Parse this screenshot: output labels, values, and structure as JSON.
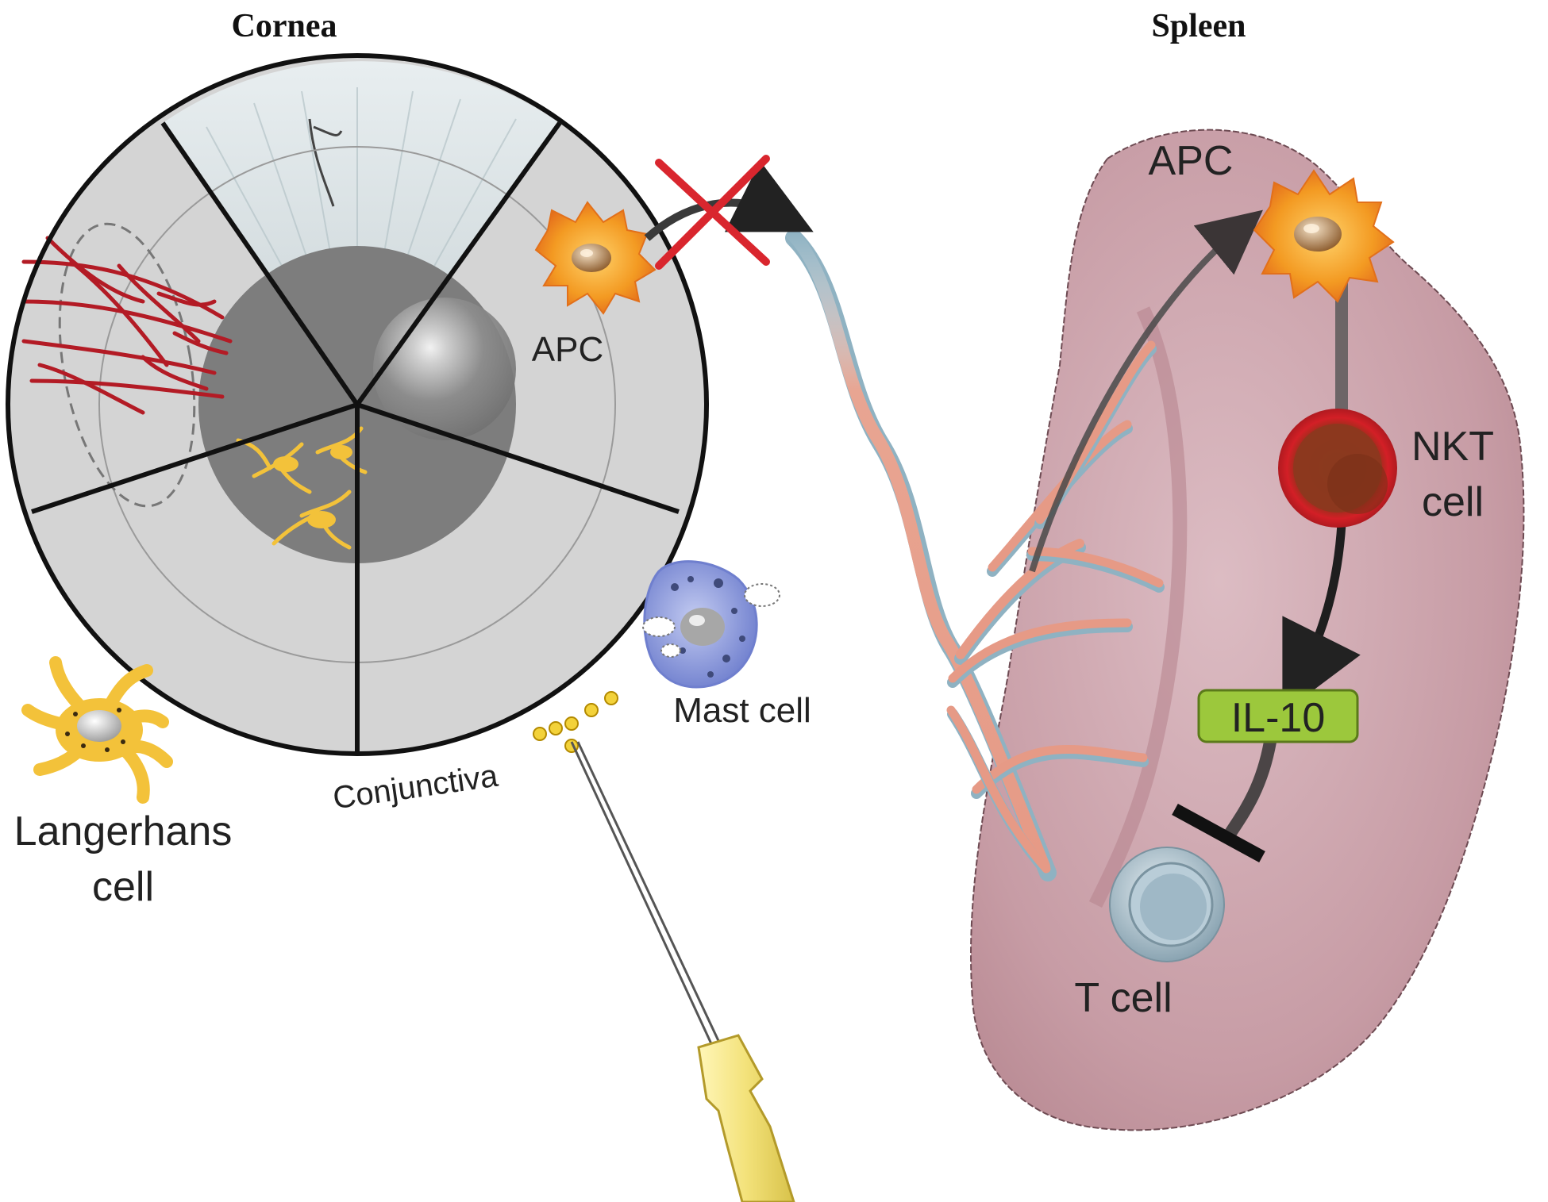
{
  "titles": {
    "cornea": "Cornea",
    "spleen": "Spleen"
  },
  "labels": {
    "apc_cornea": "APC",
    "apc_spleen": "APC",
    "nkt_line1": "NKT",
    "nkt_line2": "cell",
    "il10": "IL-10",
    "t_cell": "T cell",
    "mast_cell": "Mast cell",
    "conjunctiva": "Conjunctiva",
    "langerhans_line1": "Langerhans",
    "langerhans_line2": "cell"
  },
  "colors": {
    "spleen_fill": "#c9a0a8",
    "apc_orange": "#f08a1c",
    "nkt_red": "#d31f26",
    "il10_green": "#9cc83c",
    "tcell_blue": "#9fb8c6",
    "mast_blue": "#7f8fd6",
    "langerhans_yellow": "#f3c23a",
    "vessel_red": "#b31b25",
    "block_x": "#d9262e"
  }
}
